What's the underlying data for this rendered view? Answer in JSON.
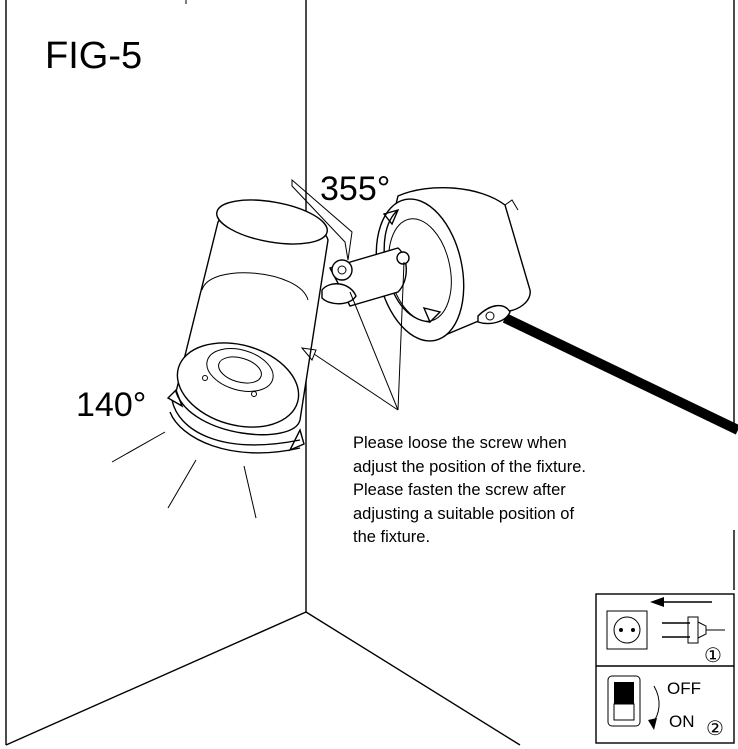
{
  "figure": {
    "title": "FIG-5",
    "rotation_angle": "355°",
    "tilt_angle": "140°",
    "instructions": [
      " Please loose the screw when",
      "adjust the position of the fixture.",
      "Please fasten the screw after",
      "adjusting a suitable position of",
      "the fixture."
    ]
  },
  "legend": {
    "step1_number": "①",
    "step2_number": "②",
    "off_label": "OFF",
    "on_label": "ON"
  }
}
